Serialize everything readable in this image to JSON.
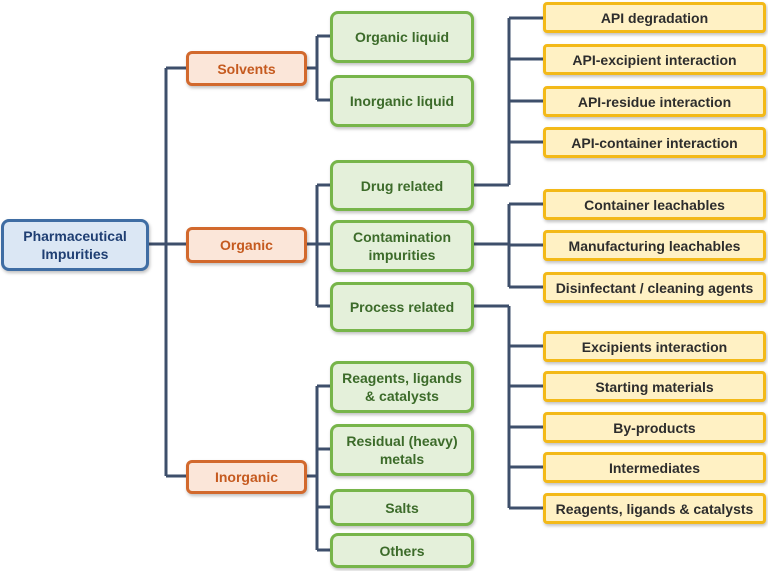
{
  "root": "Pharmaceutical Impurities",
  "categories": {
    "solvents": "Solvents",
    "organic": "Organic",
    "inorganic": "Inorganic"
  },
  "solvents": {
    "organic_liquid": "Organic liquid",
    "inorganic_liquid": "Inorganic liquid"
  },
  "organic": {
    "drug_related": "Drug related",
    "contamination": "Contamination impurities",
    "process_related": "Process related"
  },
  "inorganic": {
    "reagents": "Reagents, ligands & catalysts",
    "residual_metals": "Residual (heavy) metals",
    "salts": "Salts",
    "others": "Others"
  },
  "drug_related_items": [
    "API degradation",
    "API-excipient interaction",
    "API-residue interaction",
    "API-container interaction"
  ],
  "contamination_items": [
    "Container leachables",
    "Manufacturing leachables",
    "Disinfectant / cleaning agents"
  ],
  "process_related_items": [
    "Excipients interaction",
    "Starting materials",
    "By-products",
    "Intermediates",
    "Reagents, ligands & catalysts"
  ],
  "colors": {
    "connector": "#3e4f6b",
    "root_border": "#3f6da3",
    "category_border": "#d2692d",
    "subcategory_border": "#77b54a",
    "leaf_border": "#f3b918"
  }
}
